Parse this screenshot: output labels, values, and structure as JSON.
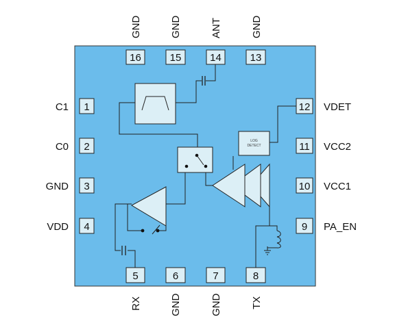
{
  "colors": {
    "package_fill": "#6BBCEB",
    "package_stroke": "#333333",
    "block_fill": "#DCEFF6",
    "pad_fill": "#DCEFF6",
    "wire": "#222222"
  },
  "pins": {
    "p1": {
      "num": "1",
      "label": "C1"
    },
    "p2": {
      "num": "2",
      "label": "C0"
    },
    "p3": {
      "num": "3",
      "label": "GND"
    },
    "p4": {
      "num": "4",
      "label": "VDD"
    },
    "p5": {
      "num": "5",
      "label": "RX"
    },
    "p6": {
      "num": "6",
      "label": "GND"
    },
    "p7": {
      "num": "7",
      "label": "GND"
    },
    "p8": {
      "num": "8",
      "label": "TX"
    },
    "p9": {
      "num": "9",
      "label": "PA_EN"
    },
    "p10": {
      "num": "10",
      "label": "VCC1"
    },
    "p11": {
      "num": "11",
      "label": "VCC2"
    },
    "p12": {
      "num": "12",
      "label": "VDET"
    },
    "p13": {
      "num": "13",
      "label": "GND"
    },
    "p14": {
      "num": "14",
      "label": "ANT"
    },
    "p15": {
      "num": "15",
      "label": "GND"
    },
    "p16": {
      "num": "16",
      "label": "GND"
    }
  },
  "detector": {
    "line1": "LOG",
    "line2": "DETECT"
  }
}
